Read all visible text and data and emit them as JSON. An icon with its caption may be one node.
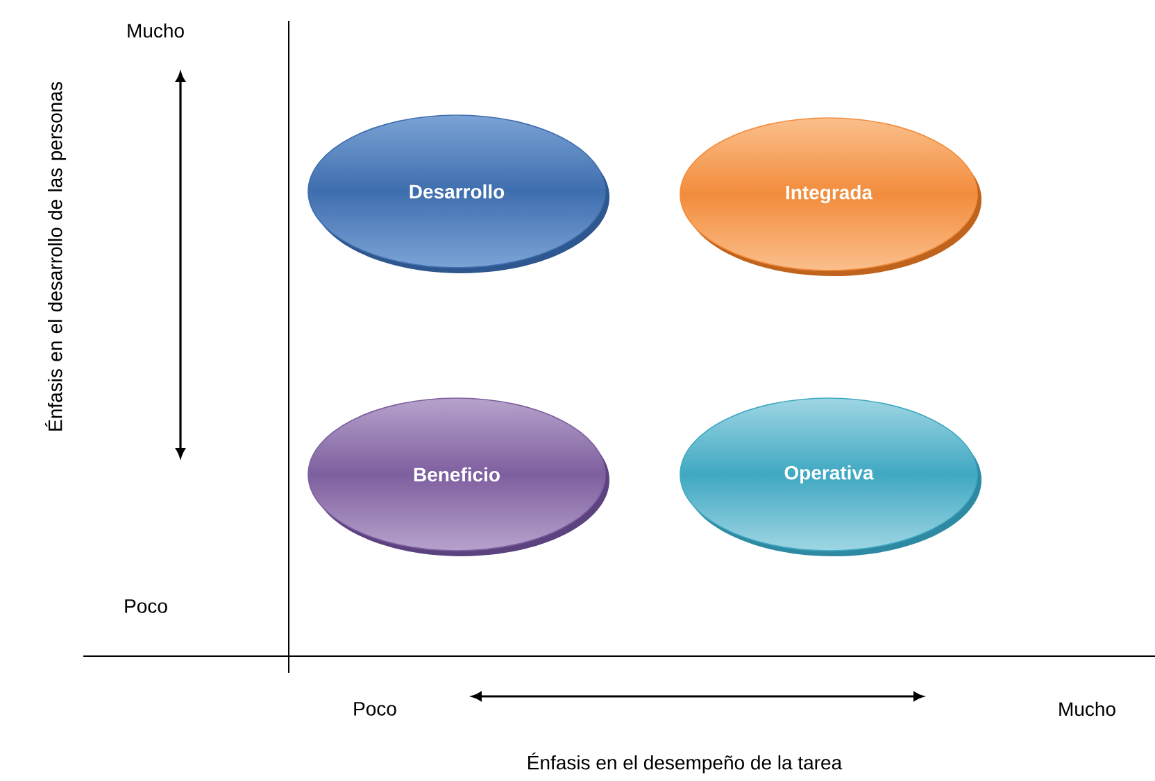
{
  "diagram": {
    "nodes": [
      {
        "text": [
          "Desarrollo"
        ]
      },
      {
        "text": [
          "Integrada"
        ]
      },
      {
        "text": [
          "Beneficio"
        ]
      },
      {
        "text": [
          "Operativa"
        ]
      }
    ],
    "labels": [
      "Mucho",
      "Énfasis en el desarrollo de las personas",
      "Poco",
      "Poco",
      "Mucho",
      "Énfasis en el desempeño de la tarea"
    ]
  }
}
